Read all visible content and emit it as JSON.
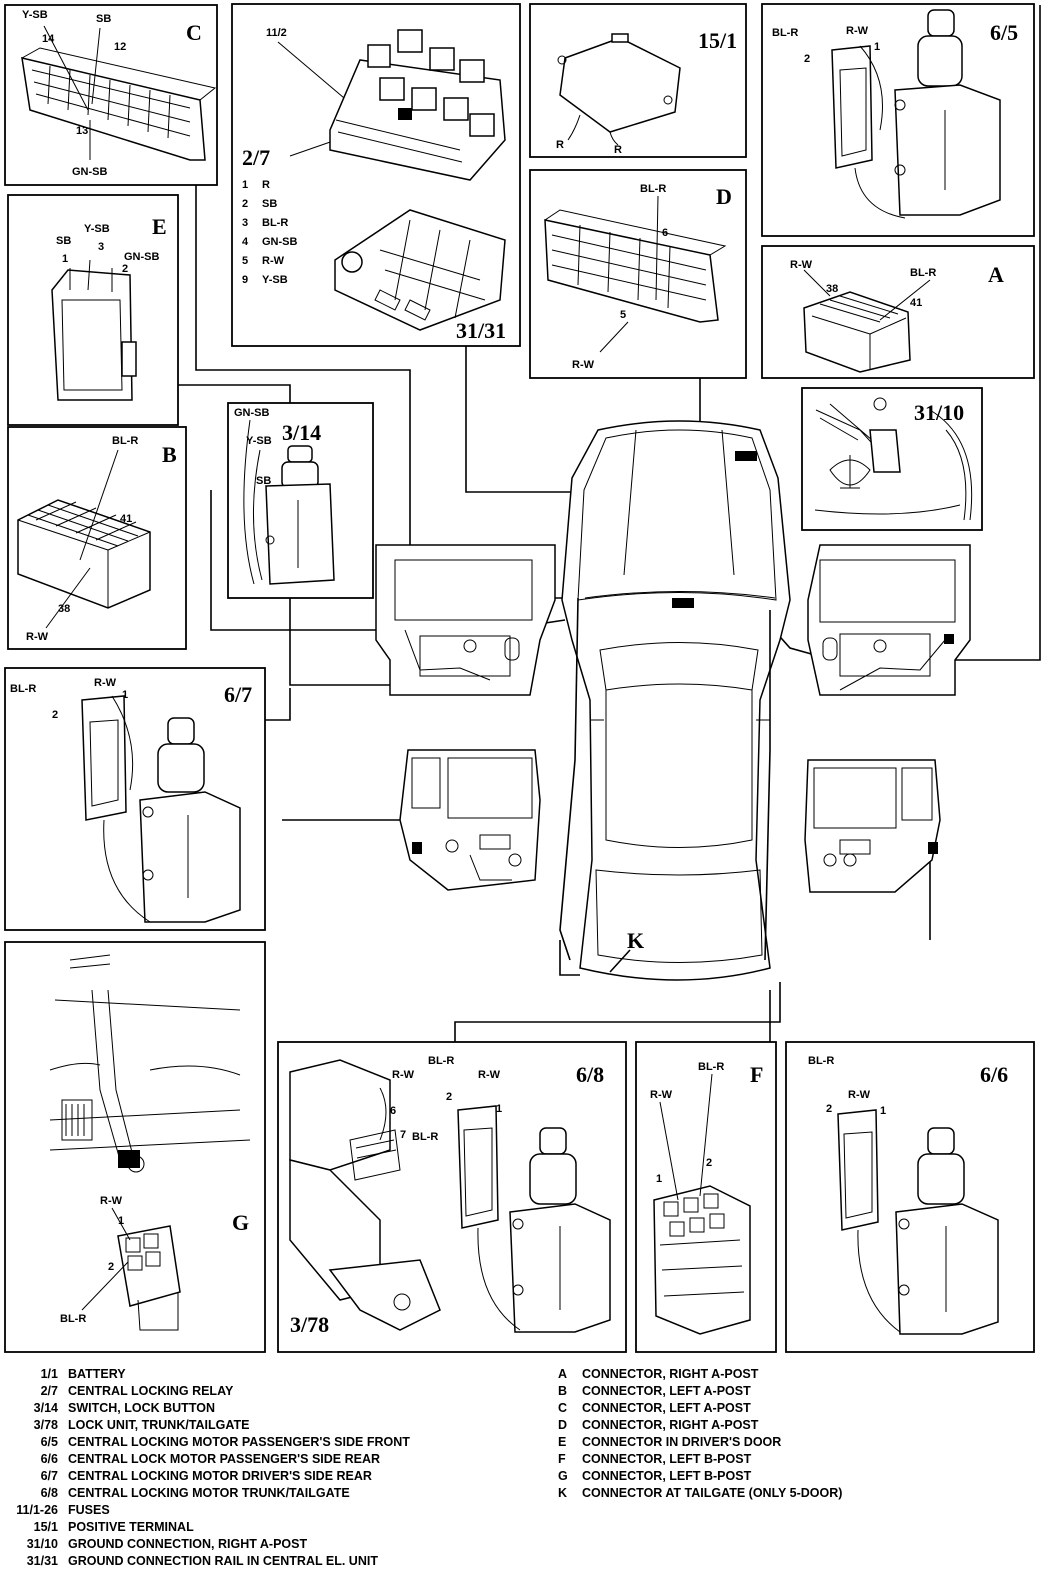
{
  "panels": {
    "c": {
      "title": "C",
      "wires": [
        "Y-SB",
        "SB",
        "GN-SB"
      ],
      "pins": [
        "14",
        "12",
        "13"
      ]
    },
    "relay": {
      "title": "2/7",
      "fuse_ref": "11/2",
      "rail": "31/31",
      "pins": [
        {
          "no": "1",
          "color": "R"
        },
        {
          "no": "2",
          "color": "SB"
        },
        {
          "no": "3",
          "color": "BL-R"
        },
        {
          "no": "4",
          "color": "GN-SB"
        },
        {
          "no": "5",
          "color": "R-W"
        },
        {
          "no": "9",
          "color": "Y-SB"
        }
      ]
    },
    "positive_terminal": {
      "title": "15/1",
      "wires": [
        "R",
        "R"
      ]
    },
    "motor_6_5": {
      "title": "6/5",
      "wires": [
        "BL-R",
        "R-W"
      ],
      "pins": [
        "2",
        "1"
      ]
    },
    "e": {
      "title": "E",
      "wires": [
        "SB",
        "Y-SB",
        "GN-SB"
      ],
      "pins": [
        "1",
        "3",
        "2"
      ]
    },
    "d": {
      "title": "D",
      "wires": [
        "BL-R",
        "R-W"
      ],
      "pins": [
        "6",
        "5"
      ]
    },
    "a": {
      "title": "A",
      "wires": [
        "R-W",
        "BL-R"
      ],
      "pins": [
        "38",
        "41"
      ]
    },
    "ground": {
      "title": "31/10"
    },
    "switch": {
      "title": "3/14",
      "wires": [
        "GN-SB",
        "Y-SB",
        "SB"
      ]
    },
    "b": {
      "title": "B",
      "wires": [
        "BL-R",
        "R-W"
      ],
      "pins": [
        "41",
        "38"
      ]
    },
    "motor_6_7": {
      "title": "6/7",
      "wires": [
        "BL-R",
        "R-W"
      ],
      "pins": [
        "2",
        "1"
      ]
    },
    "tailgate_connector": {
      "label": "K"
    },
    "g": {
      "title": "G",
      "wires": [
        "R-W",
        "BL-R"
      ],
      "pins": [
        "1",
        "2"
      ]
    },
    "lock_unit": {
      "title": "3/78",
      "wires": [
        "R-W",
        "BL-R"
      ],
      "pins": [
        "6",
        "7"
      ]
    },
    "motor_6_8": {
      "title": "6/8",
      "wires": [
        "BL-R",
        "R-W"
      ],
      "pins": [
        "2",
        "1"
      ]
    },
    "f": {
      "title": "F",
      "wires": [
        "R-W",
        "BL-R"
      ],
      "pins": [
        "1",
        "2"
      ]
    },
    "motor_6_6": {
      "title": "6/6",
      "wires": [
        "BL-R",
        "R-W"
      ],
      "pins": [
        "2",
        "1"
      ]
    }
  },
  "legend_left": [
    {
      "code": "1/1",
      "text": "BATTERY"
    },
    {
      "code": "2/7",
      "text": "CENTRAL LOCKING RELAY"
    },
    {
      "code": "3/14",
      "text": "SWITCH, LOCK BUTTON"
    },
    {
      "code": "3/78",
      "text": "LOCK UNIT, TRUNK/TAILGATE"
    },
    {
      "code": "6/5",
      "text": "CENTRAL LOCKING MOTOR PASSENGER'S SIDE FRONT"
    },
    {
      "code": "6/6",
      "text": "CENTRAL LOCK MOTOR PASSENGER'S SIDE REAR"
    },
    {
      "code": "6/7",
      "text": "CENTRAL LOCKING MOTOR DRIVER'S SIDE REAR"
    },
    {
      "code": "6/8",
      "text": "CENTRAL LOCKING MOTOR TRUNK/TAILGATE"
    },
    {
      "code": "11/1-26",
      "text": "FUSES"
    },
    {
      "code": "15/1",
      "text": "POSITIVE TERMINAL"
    },
    {
      "code": "31/10",
      "text": "GROUND CONNECTION, RIGHT A-POST"
    },
    {
      "code": "31/31",
      "text": "GROUND CONNECTION RAIL IN CENTRAL EL. UNIT"
    }
  ],
  "legend_right": [
    {
      "code": "A",
      "text": "CONNECTOR, RIGHT A-POST"
    },
    {
      "code": "B",
      "text": "CONNECTOR, LEFT A-POST"
    },
    {
      "code": "C",
      "text": "CONNECTOR, LEFT A-POST"
    },
    {
      "code": "D",
      "text": "CONNECTOR, RIGHT A-POST"
    },
    {
      "code": "E",
      "text": "CONNECTOR IN DRIVER'S DOOR"
    },
    {
      "code": "F",
      "text": "CONNECTOR, LEFT B-POST"
    },
    {
      "code": "G",
      "text": "CONNECTOR, LEFT B-POST"
    },
    {
      "code": "K",
      "text": "CONNECTOR AT TAILGATE (ONLY 5-DOOR)"
    }
  ]
}
